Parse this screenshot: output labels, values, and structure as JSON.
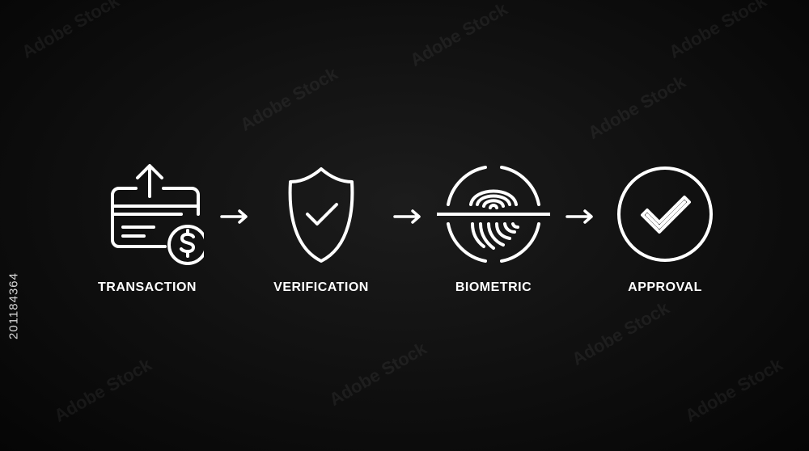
{
  "steps": [
    {
      "label": "TRANSACTION",
      "icon": "credit-card-dollar-upload-icon"
    },
    {
      "label": "VERIFICATION",
      "icon": "shield-check-icon"
    },
    {
      "label": "BIOMETRIC",
      "icon": "fingerprint-scan-icon"
    },
    {
      "label": "APPROVAL",
      "icon": "circle-check-icon"
    }
  ],
  "watermark": {
    "text": "Adobe Stock"
  },
  "image_id": "201184364",
  "colors": {
    "background": "#0f0f0f",
    "foreground": "#ffffff"
  }
}
